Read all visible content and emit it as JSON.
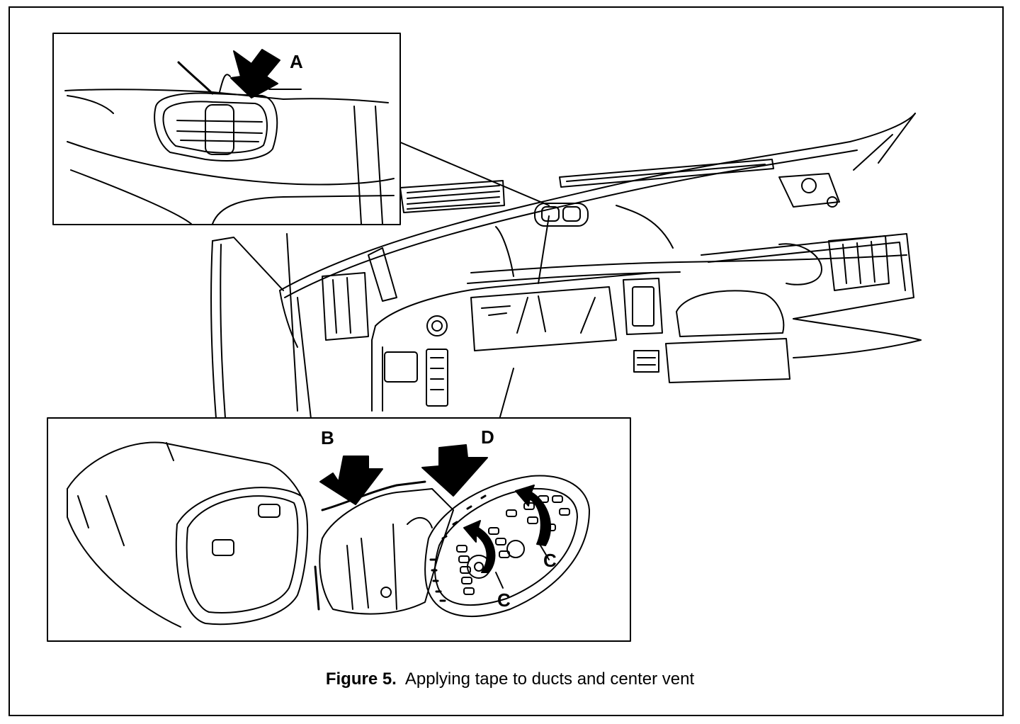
{
  "figure": {
    "caption_number": "Figure 5.",
    "caption_text": "Applying tape to ducts and center vent"
  },
  "callouts": {
    "a": "A",
    "b": "B",
    "c1": "C",
    "c2": "C",
    "d": "D"
  },
  "illustration": {
    "main": "dashboard-line-drawing",
    "inset_top": "side-vent-detail",
    "inset_bottom": "duct-and-center-vent-detail"
  }
}
